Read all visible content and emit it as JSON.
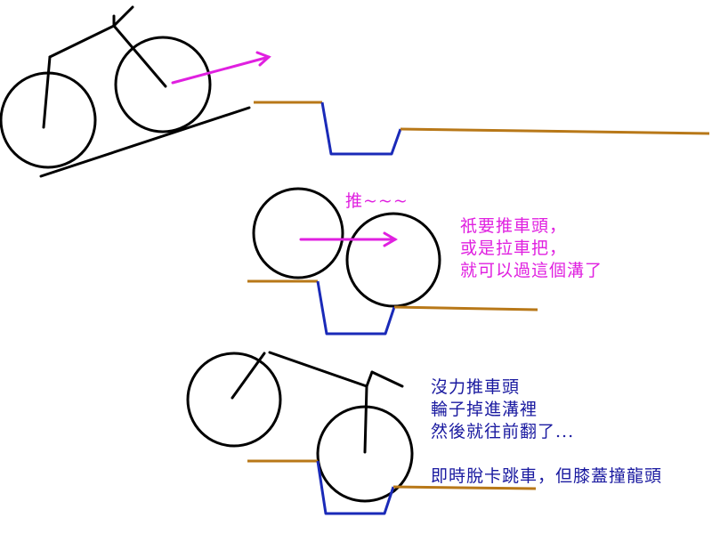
{
  "colors": {
    "bike": "#000000",
    "arrow": "#e020e0",
    "ground": "#b87818",
    "ditch": "#1a2ab8",
    "note_magenta": "#e020e0",
    "note_blue": "#1a1aa0"
  },
  "scene2": {
    "push_label": "推~~~",
    "note_lines": [
      "祇要推車頭，",
      "或是拉車把，",
      "就可以過這個溝了"
    ]
  },
  "scene3": {
    "note_lines": [
      "沒力推車頭",
      "輪子掉進溝裡",
      "然後就往前翻了...",
      "即時脫卡跳車，但膝蓋撞龍頭"
    ]
  }
}
